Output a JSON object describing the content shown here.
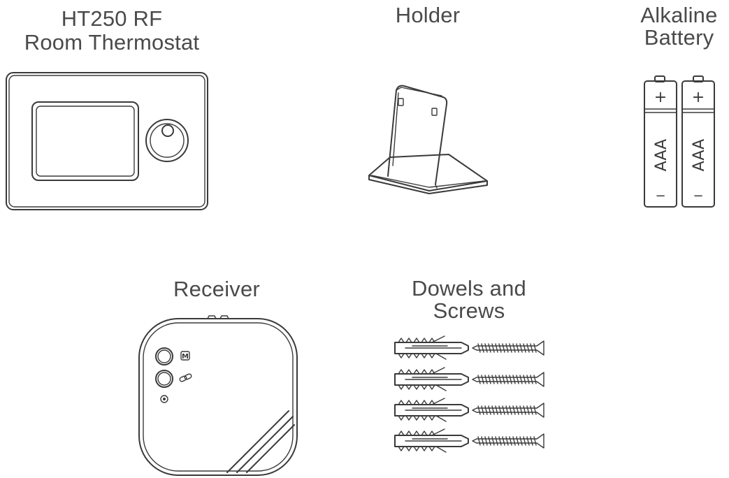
{
  "items": {
    "thermostat": {
      "line1": "HT250 RF",
      "line2": "Room Thermostat",
      "icon": "thermostat-icon"
    },
    "holder": {
      "line1": "Holder",
      "icon": "holder-stand-icon"
    },
    "battery": {
      "line1": "Alkaline",
      "line2": "Battery",
      "cell_label": "AAA",
      "plus": "+",
      "minus": "−",
      "icon": "aaa-battery-icon"
    },
    "receiver": {
      "line1": "Receiver",
      "button_m": "M",
      "icon": "receiver-icon"
    },
    "dowels": {
      "line1": "Dowels and",
      "line2": "Screws",
      "icon": "dowel-screw-icon"
    }
  },
  "colors": {
    "line": "#3a3a3a",
    "text": "#4a4a4a",
    "background": "#ffffff"
  }
}
